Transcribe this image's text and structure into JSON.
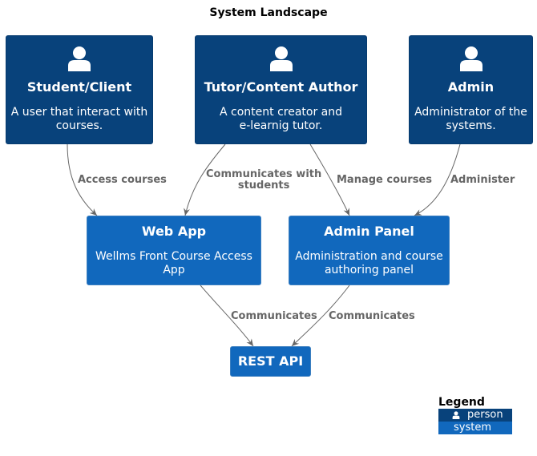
{
  "title": "System Landscape",
  "people": [
    {
      "name": "Student/Client",
      "description": [
        "A user that interact with",
        "courses."
      ]
    },
    {
      "name": "Tutor/Content Author",
      "description": [
        "A content creator and",
        "e-learnig tutor."
      ]
    },
    {
      "name": "Admin",
      "description": [
        "Administrator of the",
        "systems."
      ]
    }
  ],
  "systems": [
    {
      "name": "Web App",
      "description": [
        "Wellms Front Course Access",
        "App"
      ]
    },
    {
      "name": "Admin Panel",
      "description": [
        "Administration and course",
        "authoring panel"
      ]
    },
    {
      "name": "REST API",
      "description": []
    }
  ],
  "relations": [
    {
      "from": "Student/Client",
      "to": "Web App",
      "label": [
        "Access courses"
      ]
    },
    {
      "from": "Tutor/Content Author",
      "to": "Web App",
      "label": [
        "Communicates with",
        "students"
      ]
    },
    {
      "from": "Tutor/Content Author",
      "to": "Admin Panel",
      "label": [
        "Manage courses"
      ]
    },
    {
      "from": "Admin",
      "to": "Admin Panel",
      "label": [
        "Administer"
      ]
    },
    {
      "from": "Web App",
      "to": "REST API",
      "label": [
        "Communicates"
      ]
    },
    {
      "from": "Admin Panel",
      "to": "REST API",
      "label": [
        "Communicates"
      ]
    }
  ],
  "legend": {
    "title": "Legend",
    "person": "person",
    "system": "system"
  },
  "colors": {
    "person": "#08427B",
    "system": "#1168BD",
    "arrow": "#666666"
  }
}
